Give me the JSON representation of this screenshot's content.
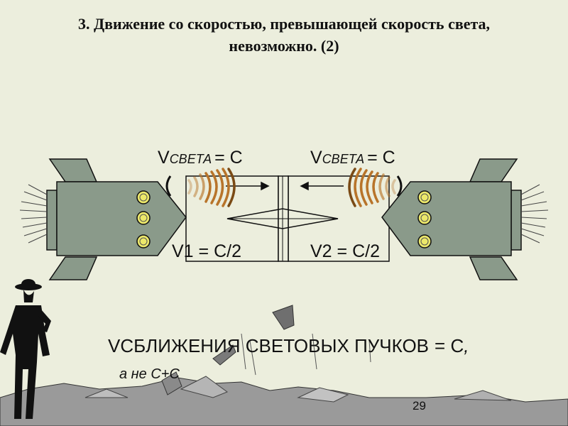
{
  "slide": {
    "title_line1": "3. Движение со скоростью, превышающей скорость света,",
    "title_line2": "невозможно. (2)",
    "page_number": "29"
  },
  "labels": {
    "left_light_v": "V",
    "left_light_sub": "СВЕТА",
    "left_light_eq": "= C",
    "right_light_v": "V",
    "right_light_sub": "СВЕТА",
    "right_light_eq": "= C",
    "v1": "V1 = C/2",
    "v2": "V2 = C/2"
  },
  "formula": {
    "v": "V",
    "sub": "СБЛИЖЕНИЯ СВЕТОВЫХ ПУЧКОВ",
    "rest": "= C",
    "comma": ",",
    "line2": "а не C+C"
  },
  "colors": {
    "background": "#eceedd",
    "rocket_body": "#8a9a8a",
    "rocket_window": "#ece86a",
    "light_wave": "#b8742a",
    "ground": "#9a9a9a",
    "silhouette": "#111111"
  }
}
